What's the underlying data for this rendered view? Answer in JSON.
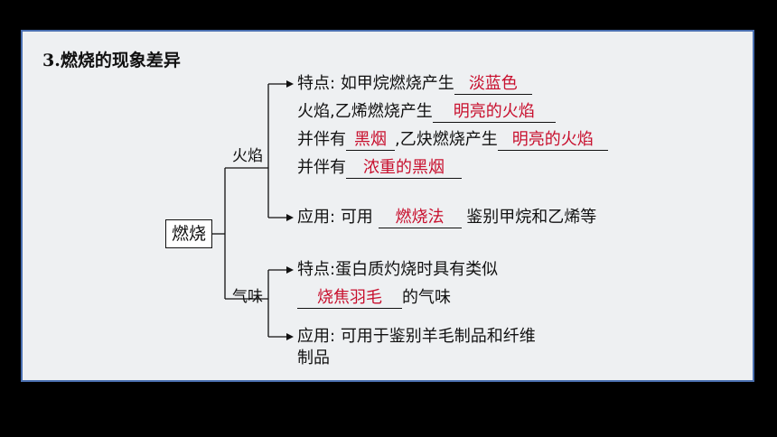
{
  "title": "3.燃烧的现象差异",
  "root": "燃烧",
  "branches": {
    "fire": {
      "label": "火焰",
      "feature": {
        "prefix": "特点:",
        "line1_text": "如甲烷燃烧产生",
        "ans1": "淡蓝色",
        "line2_text": "火焰,乙烯燃烧产生",
        "ans2": "明亮的火焰",
        "line3_text_a": "并伴有",
        "ans3": "黑烟",
        "line3_text_b": ",乙炔燃烧产生",
        "ans4": "明亮的火焰",
        "line4_text": "并伴有",
        "ans5": "浓重的黑烟"
      },
      "application": {
        "prefix": "应用:",
        "text_a": "可用",
        "ans": "燃烧法",
        "text_b": "鉴别甲烷和乙烯等"
      }
    },
    "smell": {
      "label": "气味",
      "feature": {
        "prefix": "特点:",
        "line1_text": "蛋白质灼烧时具有类似",
        "ans": "烧焦羽毛",
        "line2_text": "的气味"
      },
      "application": {
        "prefix": "应用:",
        "line1_text": "可用于鉴别羊毛制品和纤维",
        "line2_text": "制品"
      }
    }
  },
  "colors": {
    "answer": "#c8102e",
    "border": "#4a6fb0",
    "background": "#eef0f2"
  }
}
